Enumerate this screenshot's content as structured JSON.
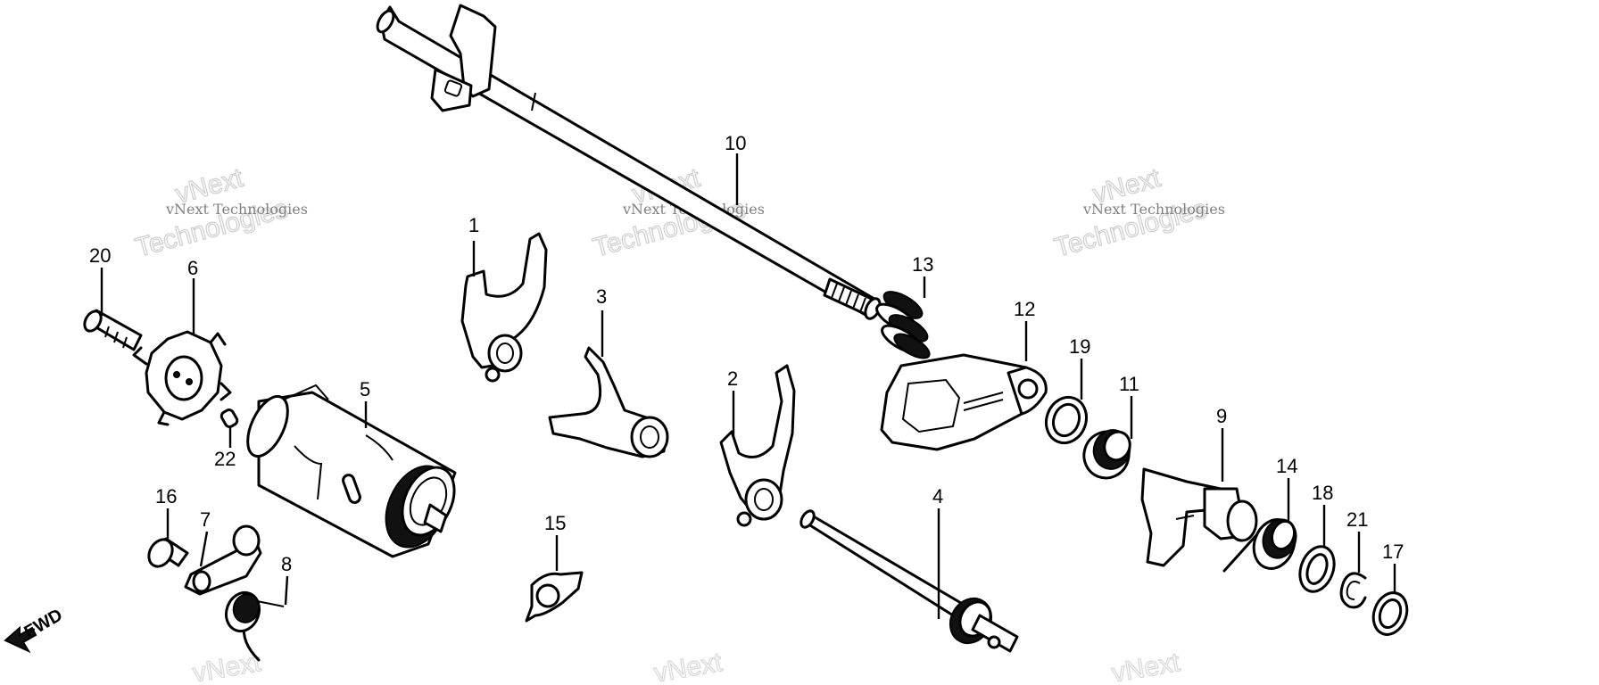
{
  "watermark": {
    "brand": "vNext",
    "line": "vNext Technologies",
    "word": "Technologies"
  },
  "direction_label": "FWD",
  "callouts": [
    "1",
    "2",
    "3",
    "4",
    "5",
    "6",
    "7",
    "8",
    "9",
    "10",
    "11",
    "12",
    "13",
    "14",
    "15",
    "16",
    "17",
    "18",
    "19",
    "20",
    "21",
    "22"
  ],
  "colors": {
    "ink": "#000000",
    "background": "#ffffff",
    "watermark": "#bdbdbd"
  }
}
